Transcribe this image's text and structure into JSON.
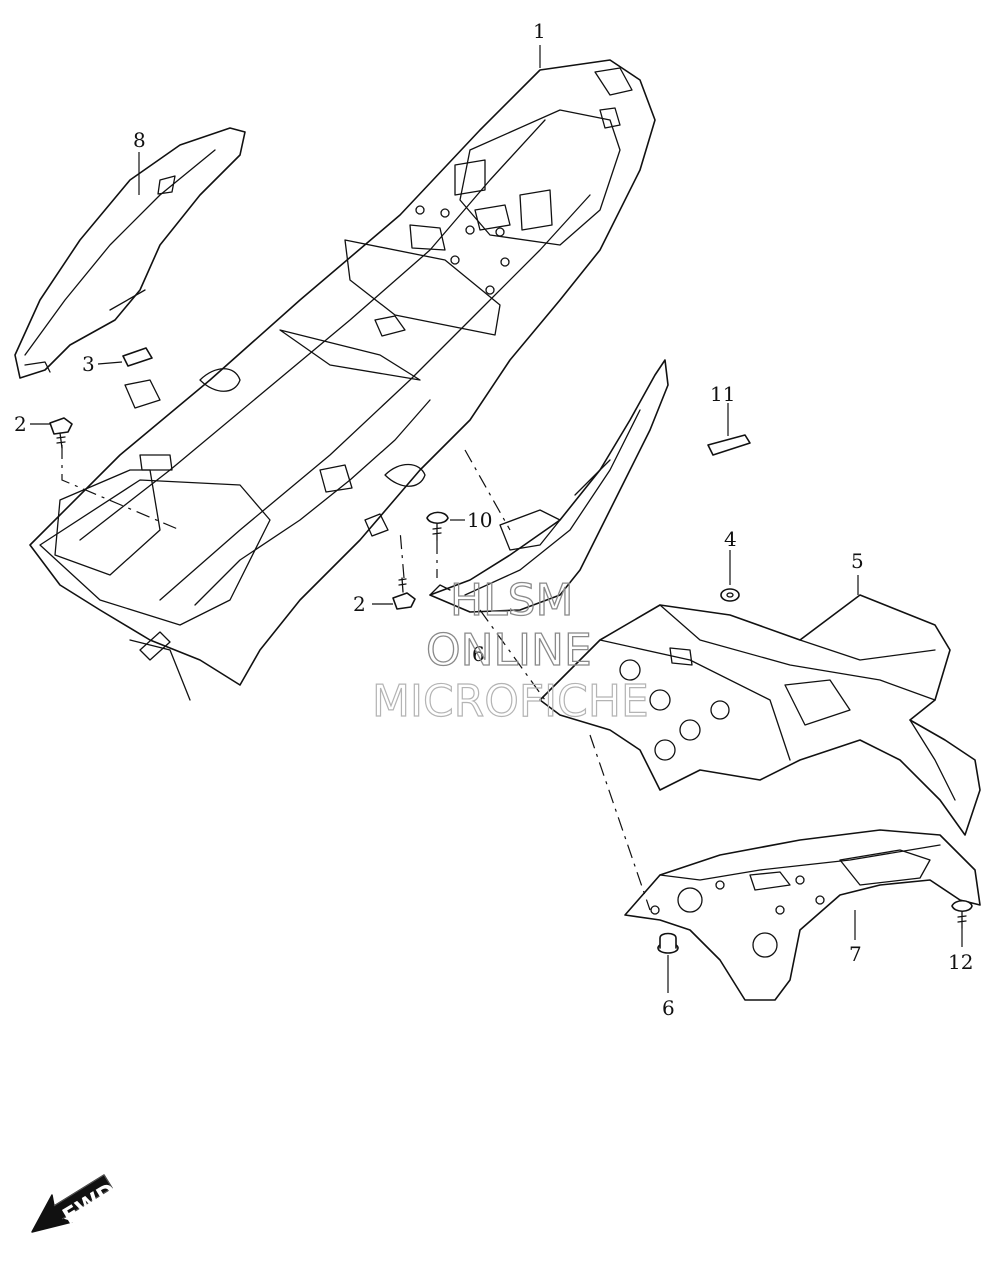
{
  "callouts": {
    "c1": "1",
    "c2a": "2",
    "c2b": "2",
    "c3": "3",
    "c4": "4",
    "c5": "5",
    "c6a": "6",
    "c6b": "6",
    "c7": "7",
    "c8": "8",
    "c10": "10",
    "c11": "11",
    "c12": "12"
  },
  "watermark": {
    "line1": "HLSM",
    "line2": "ONLINE",
    "line3": "MICROFICHE"
  },
  "fwd_label": "FWD"
}
